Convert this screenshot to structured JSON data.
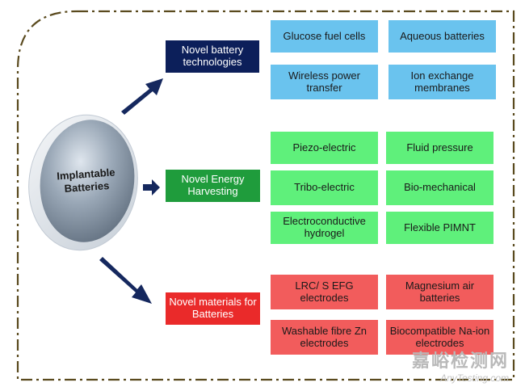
{
  "hub": {
    "label": "Implantable Batteries"
  },
  "categories": [
    {
      "label": "Novel battery technologies",
      "color": "#0c1f5a",
      "items": [
        "Glucose fuel cells",
        "Aqueous batteries",
        "Wireless power transfer",
        "Ion exchange membranes"
      ],
      "item_color": "#6ac3ee"
    },
    {
      "label": "Novel Energy Harvesting",
      "color": "#1f9c3c",
      "items": [
        "Piezo-electric",
        "Fluid pressure",
        "Tribo-electric",
        "Bio-mechanical",
        "Electroconductive hydrogel",
        "Flexible PIMNT"
      ],
      "item_color": "#5ff07b"
    },
    {
      "label": "Novel materials for Batteries",
      "color": "#ea2a2a",
      "items": [
        "LRC/ S EFG electrodes",
        "Magnesium air batteries",
        "Washable fibre Zn electrodes",
        "Biocompatible Na-ion electrodes"
      ],
      "item_color": "#f25c5c"
    }
  ],
  "arrow_color": "#15285e",
  "border_color": "#5a4a1e",
  "watermark": {
    "cn": "嘉峪检测网",
    "en": "AnyTesting.com"
  }
}
